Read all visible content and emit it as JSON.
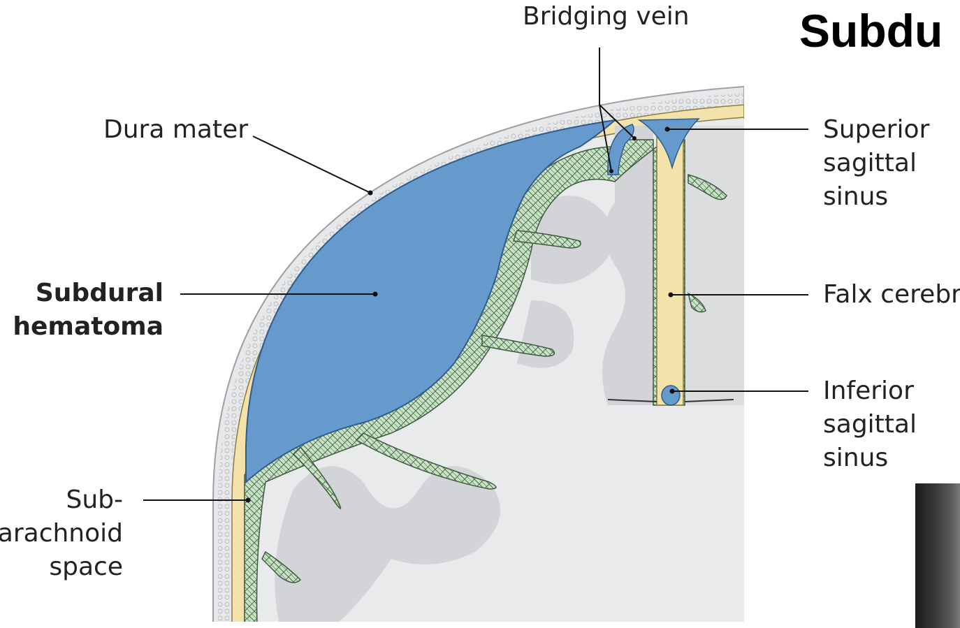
{
  "title": "Subdu",
  "labels": {
    "bridging_vein": "Bridging vein",
    "dura_mater": "Dura mater",
    "subdural_hematoma": [
      "Subdural",
      "hematoma"
    ],
    "subarachnoid_space": [
      "Sub-",
      "arachnoid",
      "space"
    ],
    "superior_sagittal_sinus": [
      "Superior",
      "sagittal",
      "sinus"
    ],
    "falx_cerebri": "Falx cerebri",
    "inferior_sagittal_sinus": [
      "Inferior",
      "sagittal",
      "sinus"
    ]
  },
  "colors": {
    "hematoma": "#6699cc",
    "dura": "#f3e2aa",
    "arachnoid": "#c9e3c6",
    "brain": "#e9eaec",
    "cortex": "#d3d4d7",
    "skull": "#e6e8ea"
  }
}
